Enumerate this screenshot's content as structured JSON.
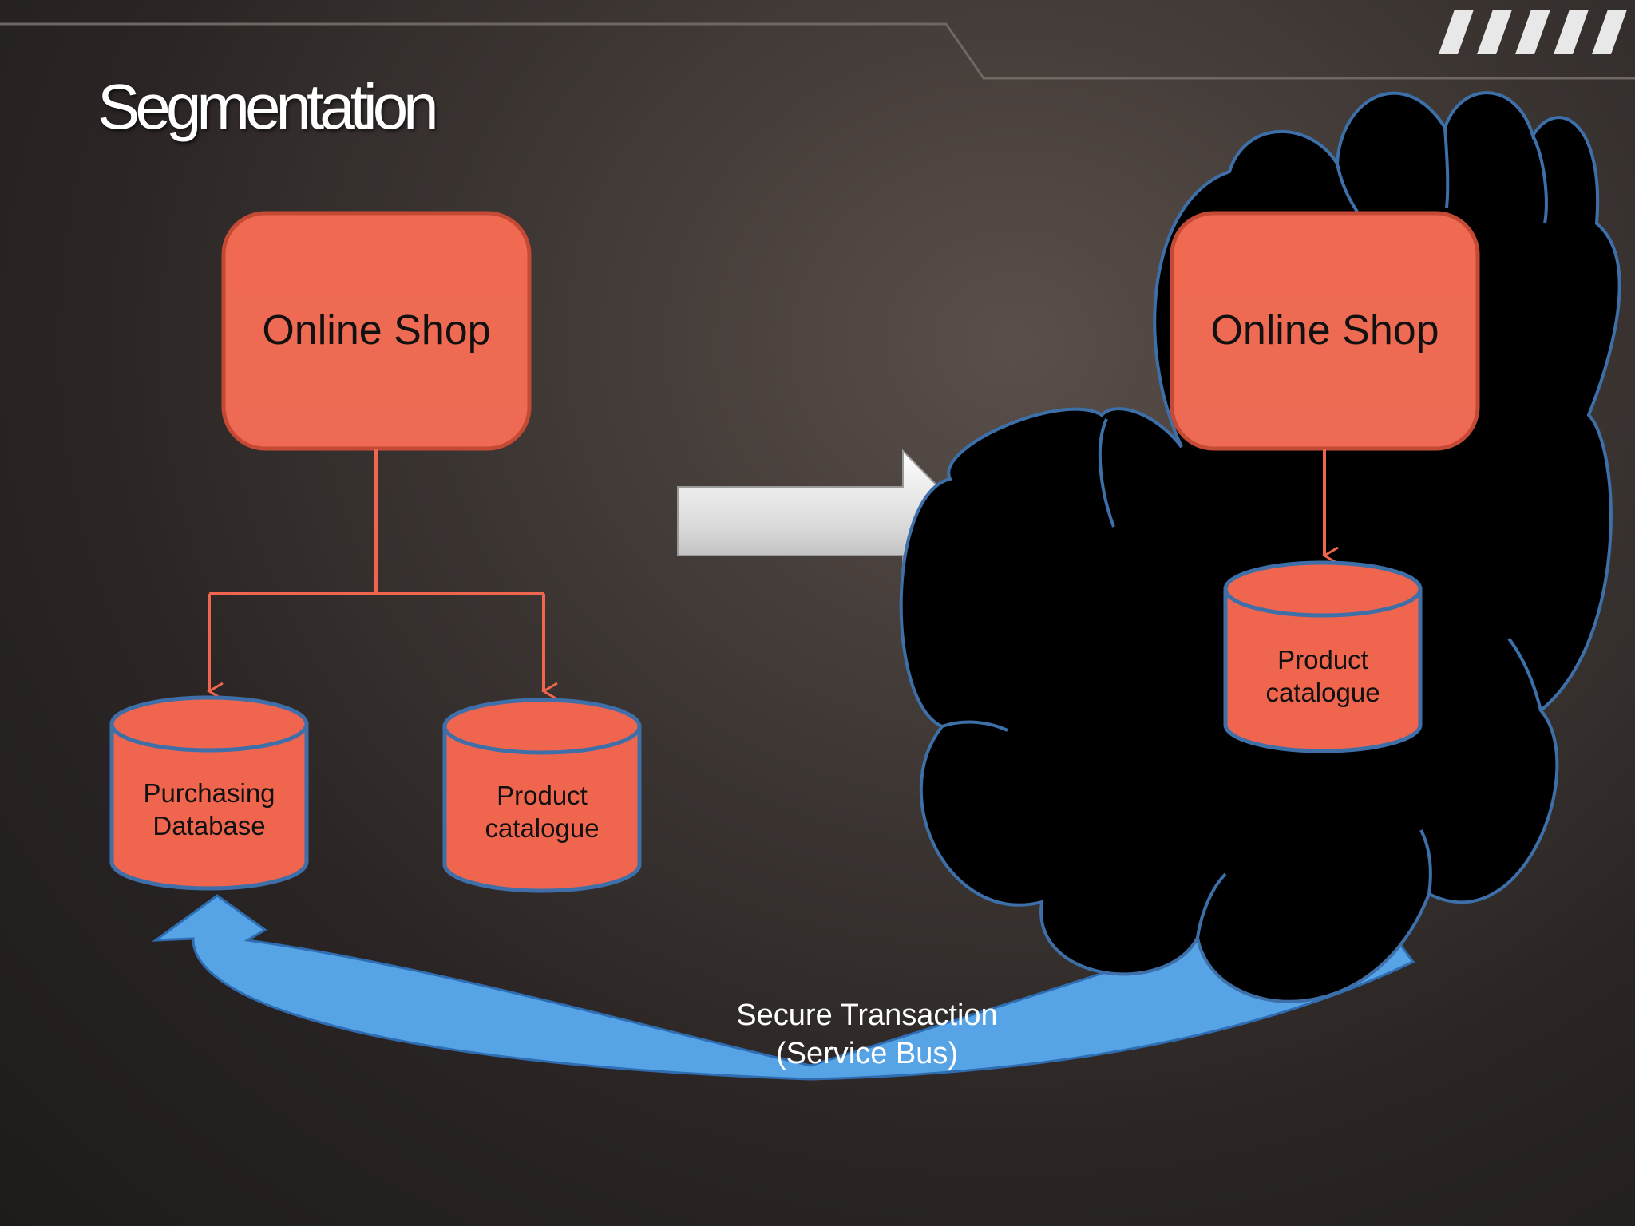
{
  "slide": {
    "title": "Segmentation"
  },
  "left": {
    "shop_label": "Online Shop",
    "db_purchasing_line1": "Purchasing",
    "db_purchasing_line2": "Database",
    "db_product_line1": "Product",
    "db_product_line2": "catalogue"
  },
  "right": {
    "shop_label": "Online Shop",
    "db_product_line1": "Product",
    "db_product_line2": "catalogue"
  },
  "bus": {
    "line1": "Secure Transaction",
    "line2": "(Service Bus)"
  },
  "colors": {
    "shape_fill": "#f0654d",
    "shape_stroke": "#c44a35",
    "db_stroke": "#3e6fa8",
    "connector": "#f0654d",
    "cloud_fill": "#000000",
    "cloud_stroke": "#3d6fa8",
    "bus_arrow": "#56a4e6",
    "text_dark": "#111111",
    "text_light": "#ffffff"
  }
}
